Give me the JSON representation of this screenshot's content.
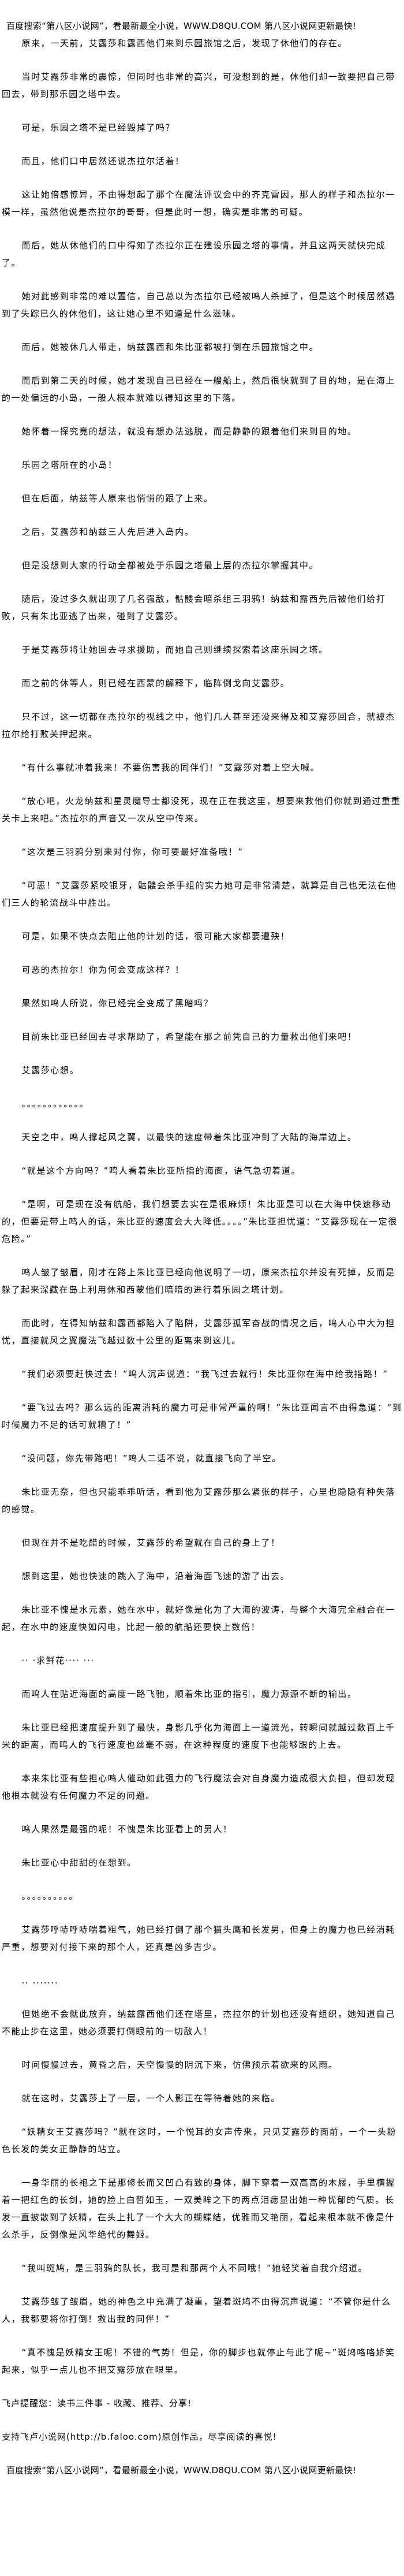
{
  "header_banner": "百度搜索“第八区小说网”，看最新最全小说，WWW.D8QU.COM   第八区小说网更新最快!",
  "paragraphs": [
    "原来，一天前，艾露莎和露西他们来到乐园旅馆之后，发现了休他们的存在。",
    "当时艾露莎非常的震惊，但同时也非常的高兴，可没想到的是，休他们却一致要把自己带回去，带到那乐园之塔中去。",
    "可是，乐园之塔不是已经毁掉了吗？",
    "而且，他们口中居然还说杰拉尔活着！",
    "这让她倍感惊异，不由得想起了那个在魔法评议会中的齐克雷因，那人的样子和杰拉尔一模一样，虽然他说是杰拉尔的哥哥，但是此时一想，确实是非常的可疑。",
    "而后，她从休他们的口中得知了杰拉尔正在建设乐园之塔的事情，并且这两天就快完成了。",
    "她对此感到非常的难以置信，自己总以为杰拉尔已经被鸣人杀掉了，但是这个时候居然遇到了失踪已久的休他们，这让她心里不知道是什么滋味。",
    "而后，她被休几人带走，纳兹露西和朱比亚都被打倒在乐园旅馆之中。",
    "而后到第二天的时候，她才发现自己已经在一艘船上，然后很快就到了目的地，是在海上的一处偏远的小岛，一般人根本就难以得知这里的下落。",
    "她怀着一探究竟的想法，就没有想办法逃脱，而是静静的跟着他们来到目的地。",
    "乐园之塔所在的小岛！",
    "但在后面，纳兹等人原来也悄悄的跟了上来。",
    "之后，艾露莎和纳兹三人先后进入岛内。",
    "但是没想到大家的行动全都被处于乐园之塔最上层的杰拉尔掌握其中。",
    "随后，没过多久就出现了几名强敌，骷髅会暗杀组三羽鸦！纳兹和露西先后被他们给打败，只有朱比亚逃了出来，碰到了艾露莎。",
    "于是艾露莎将让她回去寻求援助，而她自己则继续探索着这座乐园之塔。",
    "而之前的休等人，则已经在西蒙的解释下，临阵倒戈向艾露莎。",
    "只不过，这一切都在杰拉尔的视线之中，他们几人甚至还没来得及和艾露莎回合，就被杰拉尔给打败关押起来。",
    "“有什么事就冲着我来！不要伤害我的同伴们！”艾露莎对着上空大喊。",
    "“放心吧，火龙纳兹和星灵魔导士都没死，现在正在我这里，想要来救他们你就到通过重重关卡上来吧。”杰拉尔的声音又一次从空中传来。",
    "“这次是三羽鸦分别来对付你，你可要最好准备哦！”",
    "“可恶！”艾露莎紧咬银牙，骷髅会杀手组的实力她可是非常清楚，就算是自己也无法在他们三人的轮流战斗中胜出。",
    "可是，如果不快点去阻止他的计划的话，很可能大家都要遭殃！",
    "可恶的杰拉尔！你为何会变成这样？！",
    "果然如鸣人所说，你已经完全变成了黑暗吗？",
    "目前朱比亚已经回去寻求帮助了，希望能在那之前凭自己的力量救出他们来吧！",
    "艾露莎心想。",
    "。。。。。。。。。。。。",
    "天空之中，鸣人撑起风之翼，以最快的速度带着朱比亚冲到了大陆的海岸边上。",
    "“就是这个方向吗？”鸣人看着朱比亚所指的海面，语气急切着道。",
    "“是啊，可是现在没有航船，我们想要去实在是很麻烦！朱比亚是可以在大海中快速移动的，但要是带上鸣人的话，朱比亚的速度会大大降低。。。。”朱比亚担忧道：“艾露莎现在一定很危险。”",
    "鸣人皱了皱眉，刚才在路上朱比亚已经向他说明了一切，原来杰拉尔并没有死掉，反而是躲了起来深藏在岛上利用休和西蒙他们暗暗的进行着乐园之塔计划。",
    "而此时，在得知纳兹和露西都陷入了陷阱，艾露莎孤军奋战的情况之后，鸣人心中大为担忧，直接就风之翼魔法飞越过数十公里的距离来到这儿。",
    "“我们必须要赶快过去！”鸣人沉声说道：“我飞过去就行！朱比亚你在海中给我指路！”",
    "“要飞过去吗？那么远的距离消耗的魔力可是非常严重的啊！”朱比亚闻言不由得急道：“到时候魔力不足的话可就糟了！”",
    "“没问题，你先带路吧！”鸣人二话不说，就直接飞向了半空。",
    "朱比亚无奈，但也只能乖乖听话，看到他为艾露莎那么紧张的样子，心里也隐隐有种失落的感觉。",
    "但现在并不是吃醋的时候，艾露莎的希望就在自己的身上了！",
    "想到这里，她也快速的跳入了海中，沿着海面飞速的游了出去。",
    "朱比亚不愧是水元素，她在水中，就好像是化为了大海的波涛，与整个大海完全融合在一起，在水中的速度快如闪电，比起一般的航船还要快上数倍！",
    "··  ·求鲜花····  ···",
    "而鸣人在贴近海面的高度一路飞驰，顺着朱比亚的指引，魔力源源不断的输出。",
    "朱比亚已经把速度提升到了最快，身影几乎化为海面上一道流光，转瞬间就越过数百上千米的距离，而鸣人的飞行速度也丝毫不弱，在这种程度的速度下也能够跟的上去。",
    "本来朱比亚有些担心鸣人催动如此强力的飞行魔法会对自身魔力造成很大负担，但却发现他根本就没有任何魔力不足的问题。",
    "鸣人果然是最强的呢！不愧是朱比亚看上的男人！",
    "朱比亚心中甜甜的在想到。",
    "。。。。。。。。。。",
    "艾露莎呼哧呼哧喘着粗气，她已经打倒了那个猫头鹰和长发男，但身上的魔力也已经消耗严重，想要对付接下来的那个人，还真是凶多吉少。",
    ".. .......",
    "但她绝不会就此放弃，纳兹露西他们还在塔里，杰拉尔的计划也还没有组织，她知道自己不能止步在这里，她必须要打倒眼前的一切敌人！",
    "时间慢慢过去，黄昏之后，天空慢慢的阴沉下来，仿佛预示着欲来的风雨。",
    "就在这时，艾露莎上了一层，一个人影正在等待着她的来临。",
    "“妖精女王艾露莎吗？”就在这时，一个悦耳的女声传来，只见艾露莎的面前，一个一头粉色长发的美女正静静的站立。",
    "一身华丽的长袍之下是那修长而又凹凸有致的身体，脚下穿着一双高高的木屐，手里横握着一把红色的长剑，她的脸上白皙如玉，一双美眸之下的两点泪痣显出她一种忧郁的气质。长发一直披散到了妖精，在头上扎了一个大大的蝴蝶结，优雅而又艳丽，看起来根本就不像是什么杀手，反倒像是风华绝代的舞姬。",
    "“我叫斑鸠，是三羽鸦的队长，我可是和那两个人不同哦！”她轻笑着自我介绍道。",
    "艾露莎皱了皱眉，她的神色之中充满了凝重，望着斑鸠不由得沉声说道：“不管你是什么人，我都要将你打倒！救出我的同伴！”",
    "“真不愧是妖精女王呢！不错的气势！但是，你的脚步也就停止与此了呢~”斑鸠咯咯娇笑起来，似乎一点儿也不把艾露莎放在眼里。"
  ],
  "notes": [
    "飞卢提醒您：读书三件事 - 收藏、推荐、分享!",
    "支持飞卢小说网(http://b.faloo.com)原创作品，尽享阅读的喜悦!"
  ],
  "footer_banner": "百度搜索“第八区小说网”，看最新最全小说，WWW.D8QU.COM   第八区小说网更新最快!"
}
